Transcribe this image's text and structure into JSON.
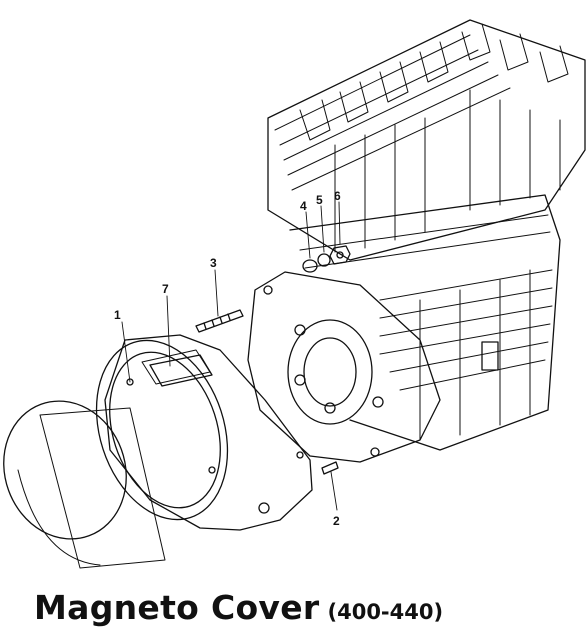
{
  "callouts": [
    {
      "id": "1",
      "label": "1"
    },
    {
      "id": "2",
      "label": "2"
    },
    {
      "id": "3",
      "label": "3"
    },
    {
      "id": "4",
      "label": "4"
    },
    {
      "id": "5",
      "label": "5"
    },
    {
      "id": "6",
      "label": "6"
    },
    {
      "id": "7",
      "label": "7"
    }
  ],
  "caption": {
    "title": "Magneto Cover",
    "model": "(400-440)"
  },
  "colors": {
    "ink": "#111111",
    "paper": "#ffffff"
  }
}
